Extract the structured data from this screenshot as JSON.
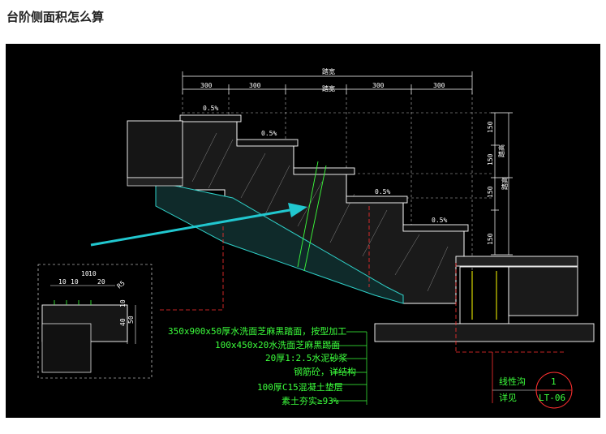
{
  "page": {
    "title": "台阶侧面积怎么算"
  },
  "drawing": {
    "top_dimension": "踏宽",
    "mid_dimension": "踏宽",
    "tread_widths": [
      "300",
      "300",
      "300",
      "300"
    ],
    "riser_heights": [
      "150",
      "150",
      "150",
      "150"
    ],
    "riser_label_upper": "踏高",
    "riser_label_lower": "踏高",
    "slope_labels": [
      "0.5%",
      "0.5%",
      "0.5%",
      "0.5%"
    ],
    "detail_dims": {
      "d1": "10",
      "d2": "10",
      "d3": "10",
      "d4": "10",
      "d5": "20",
      "d6": "40",
      "d7": "50",
      "d8": "R5",
      "d9": "10"
    },
    "notes": [
      "350x900x50厚水洗面芝麻黑踏面，按型加工",
      "100x450x20水洗面芝麻黑踢面",
      "20厚1:2.5水泥砂浆",
      "钢筋砼，详结构",
      "100厚C15混凝土垫层",
      "素土夯实≥93%"
    ],
    "callout": {
      "text1": "线性沟",
      "text2": "详见",
      "num": "1",
      "ref": "LT-06"
    }
  },
  "colors": {
    "background": "#000000",
    "arrow": "#21c7cf",
    "notes": "#3cff3c",
    "lines": "#ffffff"
  }
}
